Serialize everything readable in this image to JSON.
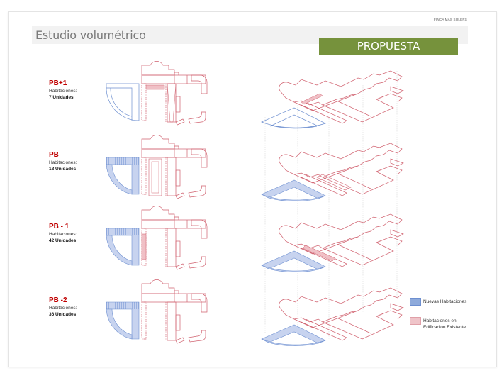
{
  "header": {
    "project_name": "FINCA MAS SOLERS",
    "title": "Estudio volumétrico",
    "badge": "PROPUESTA",
    "badge_color": "#76923c"
  },
  "levels": [
    {
      "name": "PB+1",
      "label": "Habitaciones:",
      "count": "7 Unidades"
    },
    {
      "name": "PB",
      "label": "Habitaciones:",
      "count": "18 Unidades"
    },
    {
      "name": "PB - 1",
      "label": "Habitaciones:",
      "count": "42 Unidades"
    },
    {
      "name": "PB -2",
      "label": "Habitaciones:",
      "count": "36 Unidades"
    }
  ],
  "legend": [
    {
      "label_lines": [
        "Nuevas Habitaciones"
      ],
      "color": "#8eaadb",
      "meaning": "new-rooms"
    },
    {
      "label_lines": [
        "Habitaciones en",
        "Edificación  Existente"
      ],
      "color": "#e6b1b8",
      "meaning": "existing-rooms"
    }
  ],
  "colors": {
    "new": "#6d8fd0",
    "existing": "#d0606e",
    "guide": "#d8d8d8"
  }
}
